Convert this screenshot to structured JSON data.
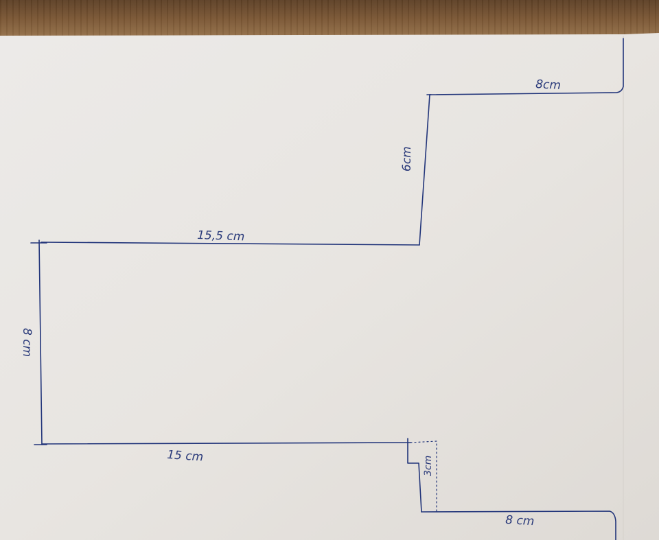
{
  "sketch": {
    "ink_color": "#22357a",
    "paper_color": "#e9e6e3",
    "labels": {
      "top_right": "8cm",
      "step_upper": "6cm",
      "middle_top": "15,5 cm",
      "left_side": "8 cm",
      "bottom_left": "15 cm",
      "step_lower": "3cm",
      "bottom_right": "8 cm"
    }
  }
}
